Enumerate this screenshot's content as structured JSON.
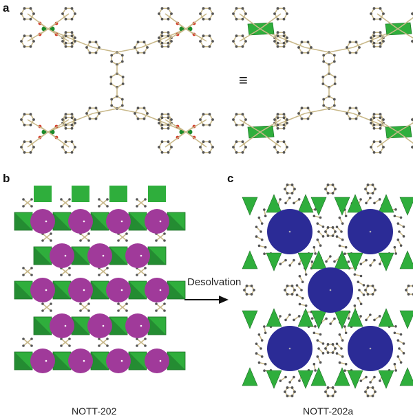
{
  "panels": {
    "a": {
      "label": "a",
      "equivalence_symbol": "≡"
    },
    "b": {
      "label": "b",
      "caption": "NOTT-202"
    },
    "c": {
      "label": "c",
      "caption": "NOTT-202a"
    }
  },
  "arrow": {
    "label": "Desolvation"
  },
  "colors": {
    "polyhedra": "#2fae3c",
    "solvent_sphere": "#a03a9a",
    "pore_sphere": "#2b2b96",
    "atom": "#555555",
    "bond": "#c9b98a"
  }
}
